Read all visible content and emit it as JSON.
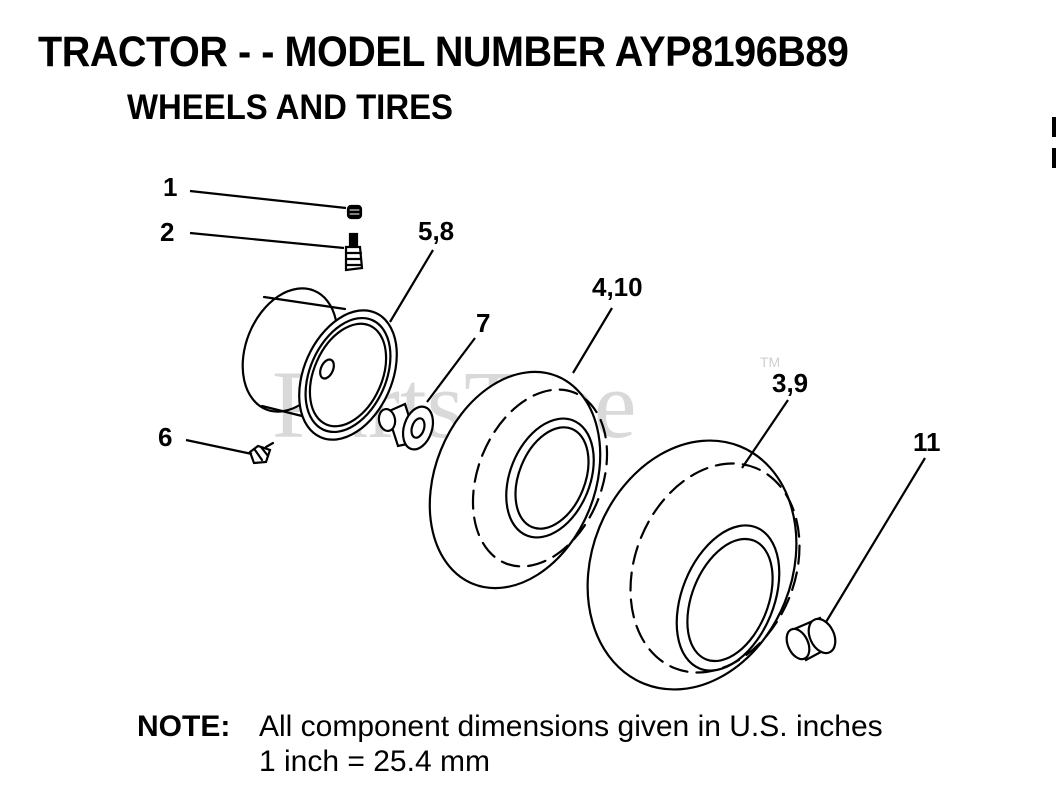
{
  "header": {
    "title": "TRACTOR - - MODEL NUMBER AYP8196B89",
    "subtitle": "WHEELS AND TIRES"
  },
  "diagram": {
    "callouts": [
      "1",
      "2",
      "5,8",
      "7",
      "4,10",
      "3,9",
      "6",
      "11"
    ],
    "watermark": "PartsTree",
    "watermark_tm": "TM"
  },
  "note": {
    "label": "NOTE:",
    "line1": "All component dimensions given in U.S. inches",
    "line2": "1 inch = 25.4 mm"
  },
  "colors": {
    "ink": "#000000",
    "watermark": "#d9d9d9",
    "background": "#ffffff"
  }
}
